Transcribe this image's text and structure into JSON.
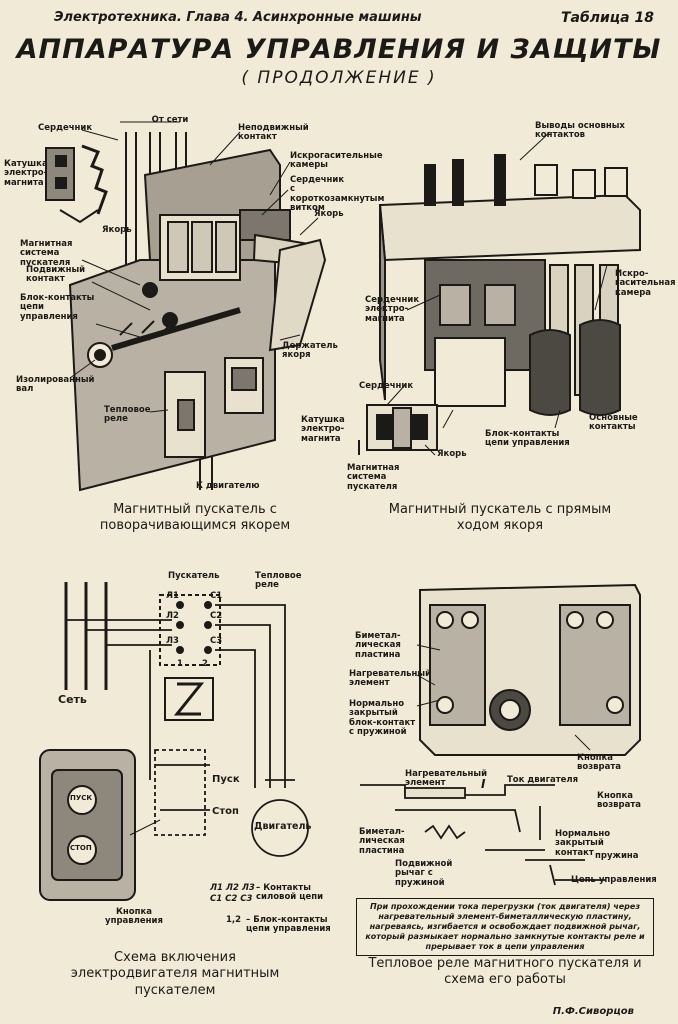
{
  "header": {
    "left": "Электротехника. Глава 4. Асинхронные машины",
    "right": "Таблица 18"
  },
  "title": "АППАРАТУРА УПРАВЛЕНИЯ И ЗАЩИТЫ",
  "subtitle": "( ПРОДОЛЖЕНИЕ )",
  "panel1": {
    "labels": {
      "from_net": "От сети",
      "core": "Сердечник",
      "fixed_contact": "Неподвижный контакт",
      "arc_chambers": "Искрогасительные камеры",
      "core_shorted": "Сердечник с короткозамкнутым витком",
      "armature": "Якорь",
      "coil": "Катушка электро-магнита",
      "armature2": "Якорь",
      "magnetic_system": "Магнитная система пускателя",
      "moving_contact": "Подвижный контакт",
      "block_contacts": "Блок-контакты цепи управления",
      "armature_holder": "Держатель якоря",
      "insulated_shaft": "Изолированный вал",
      "thermal_relay": "Тепловое реле",
      "to_motor": "К двигателю"
    },
    "caption": "Магнитный пускатель с поворачивающимся якорем"
  },
  "panel2": {
    "labels": {
      "main_terminals": "Выводы основных контактов",
      "arc_chamber": "Искро-гасительная камера",
      "em_core": "Сердечник электро-магнита",
      "core": "Сердечник",
      "coil": "Катушка электро-магнита",
      "block_contacts": "Блок-контакты цепи управления",
      "main_contacts": "Основные контакты",
      "armature": "Якорь",
      "magnetic_system": "Магнитная система пускателя"
    },
    "caption": "Магнитный пускатель с прямым ходом якоря"
  },
  "panel3": {
    "labels": {
      "starter": "Пускатель",
      "thermal_relay": "Тепловое реле",
      "network": "Сеть",
      "l1": "Л1",
      "l2": "Л2",
      "l3": "Л3",
      "c1": "С1",
      "c2": "С2",
      "c3": "С3",
      "n1": "1",
      "n2": "2",
      "start": "Пуск",
      "stop": "Стоп",
      "motor": "Двигатель",
      "button_start": "ПУСК",
      "button_stop": "СТОП",
      "control_button": "Кнопка управления",
      "legend_syms1": "Л1 Л2 Л3",
      "legend_syms2": "С1 С2 С3",
      "legend_text1": "– Контакты силовой цепи",
      "legend_syms3": "1,2",
      "legend_text2": "– Блок-контакты цепи управления"
    },
    "caption": "Схема включения электродвигателя магнитным пускателем"
  },
  "panel4": {
    "labels": {
      "bimetal": "Биметал-лическая пластина",
      "heater": "Нагревательный элемент",
      "nc_block": "Нормально закрытый блок-контакт с пружиной",
      "reset_button": "Кнопка возврата",
      "heater2": "Нагревательный элемент",
      "current_symbol": "I",
      "motor_current": "Ток двигателя",
      "reset_button2": "Кнопка возврата",
      "bimetal2": "Биметал-лическая пластина",
      "nc_contact": "Нормально закрытый контакт",
      "spring": "пружина",
      "lever": "Подвижной рычаг с пружиной",
      "control_circuit": "Цепь управления"
    },
    "note": "При прохождении тока перегрузки (ток двигателя) через нагревательный элемент-биметаллическую пластину, нагреваясь, изгибается и освобождает подвижной рычаг, который размыкает нормально замкнутые контакты реле и прерывает ток в цепи управления",
    "caption": "Тепловое реле магнитного пускателя и схема его работы"
  },
  "author": "П.Ф.Сиворцов",
  "colors": {
    "paper": "#f1ead7",
    "ink": "#1c1a17",
    "shade": "#9a948a"
  }
}
